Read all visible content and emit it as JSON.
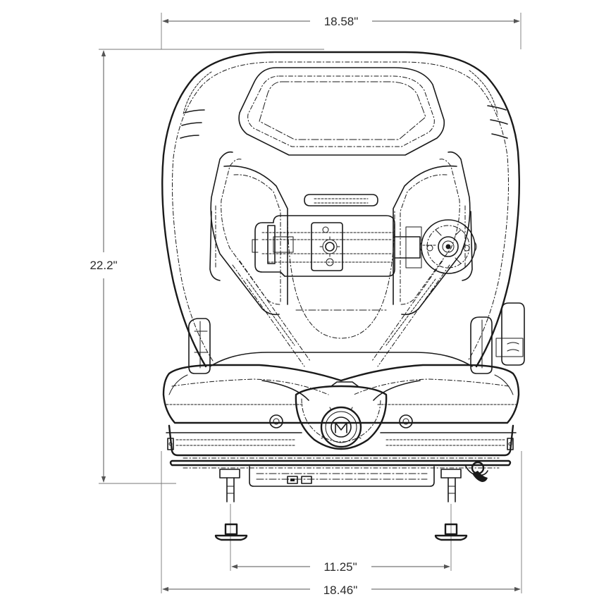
{
  "drawing": {
    "subject": "",
    "dimensions": {
      "top_width": "18.58\"",
      "height": "22.2\"",
      "mount_spacing": "11.25\"",
      "bottom_width": "18.46\""
    }
  }
}
